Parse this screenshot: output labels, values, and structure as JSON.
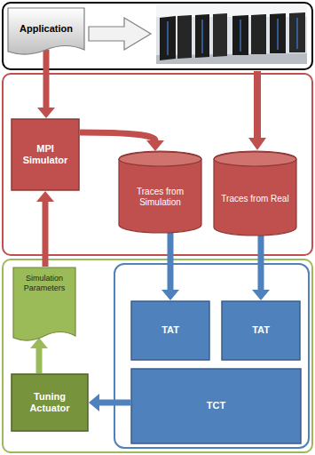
{
  "diagram": {
    "nodes": [
      {
        "text": [
          "Application"
        ]
      },
      {
        "text": [
          "MPI Simulator"
        ]
      },
      {
        "text": [
          "Traces from Simulation"
        ]
      },
      {
        "text": [
          "Traces from Real"
        ]
      },
      {
        "text": [
          "Simulation Parameters"
        ]
      },
      {
        "text": [
          "TAT"
        ]
      },
      {
        "text": [
          "TAT"
        ]
      },
      {
        "text": [
          "TCT"
        ]
      },
      {
        "text": [
          "Tuning Actuator"
        ]
      }
    ],
    "edges": [
      {
        "from": 0,
        "to": 1,
        "arrow": "to"
      },
      {
        "from": 1,
        "to": 2,
        "arrow": "to"
      },
      {
        "from": 4,
        "to": 1,
        "arrow": "to"
      },
      {
        "from": 2,
        "to": 5,
        "arrow": "to"
      },
      {
        "from": 3,
        "to": 6,
        "arrow": "to"
      },
      {
        "from": 8,
        "to": 4,
        "arrow": "to"
      },
      {
        "from": 7,
        "to": 8,
        "arrow": "to"
      }
    ]
  }
}
